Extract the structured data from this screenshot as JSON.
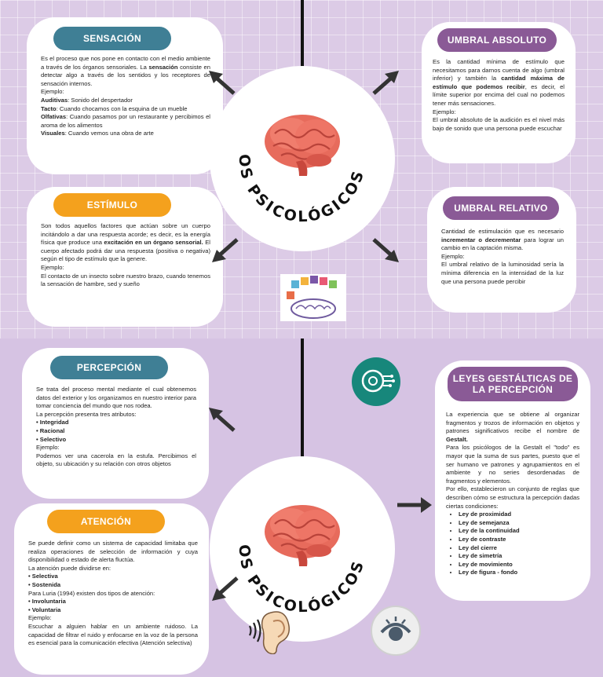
{
  "center_title": "PROCESOS PSICOLÓGICOS BÁSICOS",
  "top": {
    "sensacion": {
      "title": "SENSACIÓN",
      "lines": [
        {
          "pre": "Es el proceso que nos pone en contacto con el medio ambiente a través de los órganos sensoriales. La ",
          "bold": "sensación",
          "post": " consiste en detectar algo a través de los sentidos y los receptores de sensación internos."
        },
        {
          "pre": "Ejemplo:",
          "bold": "",
          "post": ""
        },
        {
          "pre": "",
          "bold": "Auditivas",
          "post": ": Sonido del despertador"
        },
        {
          "pre": "",
          "bold": "Tacto",
          "post": ": Cuando chocamos con la esquina de un mueble"
        },
        {
          "pre": "",
          "bold": "Olfativas",
          "post": ": Cuando pasamos por un restaurante y percibimos el aroma de los alimentos"
        },
        {
          "pre": "",
          "bold": "Visuales",
          "post": ": Cuando vemos una obra de arte"
        }
      ]
    },
    "estimulo": {
      "title": "ESTÍMULO",
      "lines": [
        {
          "pre": "Son todos aquellos factores que actúan sobre un cuerpo incitándolo a dar una respuesta acorde; es decir, es la energía física que produce una ",
          "bold": "excitación en un órgano sensorial.",
          "post": " El cuerpo afectado podrá dar una respuesta (positiva o negativa) según el tipo de estímulo que la genere."
        },
        {
          "pre": "Ejemplo:",
          "bold": "",
          "post": ""
        },
        {
          "pre": "El contacto de un insecto sobre nuestro brazo, cuando tenemos la sensación de hambre, sed y sueño",
          "bold": "",
          "post": ""
        }
      ]
    },
    "umbral_absoluto": {
      "title": "UMBRAL ABSOLUTO",
      "lines": [
        {
          "pre": "Es la cantidad mínima de estímulo que necesitamos para darnos cuenta de algo (umbral inferior) y también la ",
          "bold": "cantidad máxima de estímulo que podemos recibir",
          "post": ", es decir, el límite superior por encima del cual no podemos tener más sensaciones."
        },
        {
          "pre": "Ejemplo:",
          "bold": "",
          "post": ""
        },
        {
          "pre": "El umbral absoluto de la audición es el nivel más bajo de sonido que una persona puede escuchar",
          "bold": "",
          "post": ""
        }
      ]
    },
    "umbral_relativo": {
      "title": "UMBRAL RELATIVO",
      "lines": [
        {
          "pre": "Cantidad de estimulación que es necesario ",
          "bold": "incrementar o decrementar",
          "post": " para lograr un cambio en la captación misma."
        },
        {
          "pre": "Ejemplo:",
          "bold": "",
          "post": ""
        },
        {
          "pre": "El umbral relativo de la luminosidad sería la mínima diferencia en la intensidad de la luz que una persona puede percibir",
          "bold": "",
          "post": ""
        }
      ]
    }
  },
  "bottom": {
    "percepcion": {
      "title": "PERCEPCIÓN",
      "intro": "Se trata del proceso mental mediante el cual obtenemos datos del exterior y los organizamos en nuestro interior para tomar conciencia del mundo que nos rodea.",
      "attr_label": "La percepción presenta tres atributos:",
      "attrs": [
        "• Integridad",
        "• Racional",
        "• Selectivo"
      ],
      "example_label": "Ejemplo:",
      "example": "Podemos ver una cacerola en la estufa. Percibimos el objeto, su ubicación y su relación con otros objetos"
    },
    "atencion": {
      "title": "ATENCIÓN",
      "intro": "Se puede definir como un sistema de capacidad limitaba que realiza operaciones de selección de información y cuya disponibilidad o estado de alerta fluctúa.",
      "div_label": "La atención puede dividirse en:",
      "divs": [
        "• Selectiva",
        "• Sostenida"
      ],
      "luria_label": "Para Luria (1994) existen dos tipos de atención:",
      "types": [
        "• Involuntaria",
        "• Voluntaria"
      ],
      "example_label": "Ejemplo:",
      "example": "Escuchar a alguien hablar en un ambiente ruidoso. La capacidad de filtrar el ruido y enfocarse en la voz de la persona es esencial para la comunicación efectiva (Atención selectiva)"
    },
    "leyes": {
      "title": "LEYES GESTÁLTICAS DE LA PERCEPCIÓN",
      "p1_pre": "La experiencia que se obtiene al organizar fragmentos y trozos de información en objetos y patrones significativos recibe el nombre de ",
      "p1_bold": "Gestalt.",
      "p2": "Para los psicólogos de la Gestalt el \"todo\" es mayor que la suma de sus partes, puesto que el ser humano ve patrones y agrupamientos en el ambiente y no series desordenadas de fragmentos y elementos.",
      "p3": "Por ello, establecieron un conjunto de reglas que describen cómo se estructura la percepción dadas ciertas condiciones:",
      "laws": [
        "Ley de proximidad",
        "Ley de semejanza",
        "Ley de la continuidad",
        "Ley de contraste",
        "Ley del cierre",
        "Ley de simetría",
        "Ley de movimiento",
        "Ley de figura - fondo"
      ]
    }
  },
  "colors": {
    "teal": "#3f7f95",
    "orange": "#f4a11d",
    "purple": "#8a5a96"
  },
  "icons": [
    "brain-icon",
    "senses-icon",
    "mind-gear-icon",
    "ear-icon",
    "eye-icon",
    "arrow-icon"
  ]
}
